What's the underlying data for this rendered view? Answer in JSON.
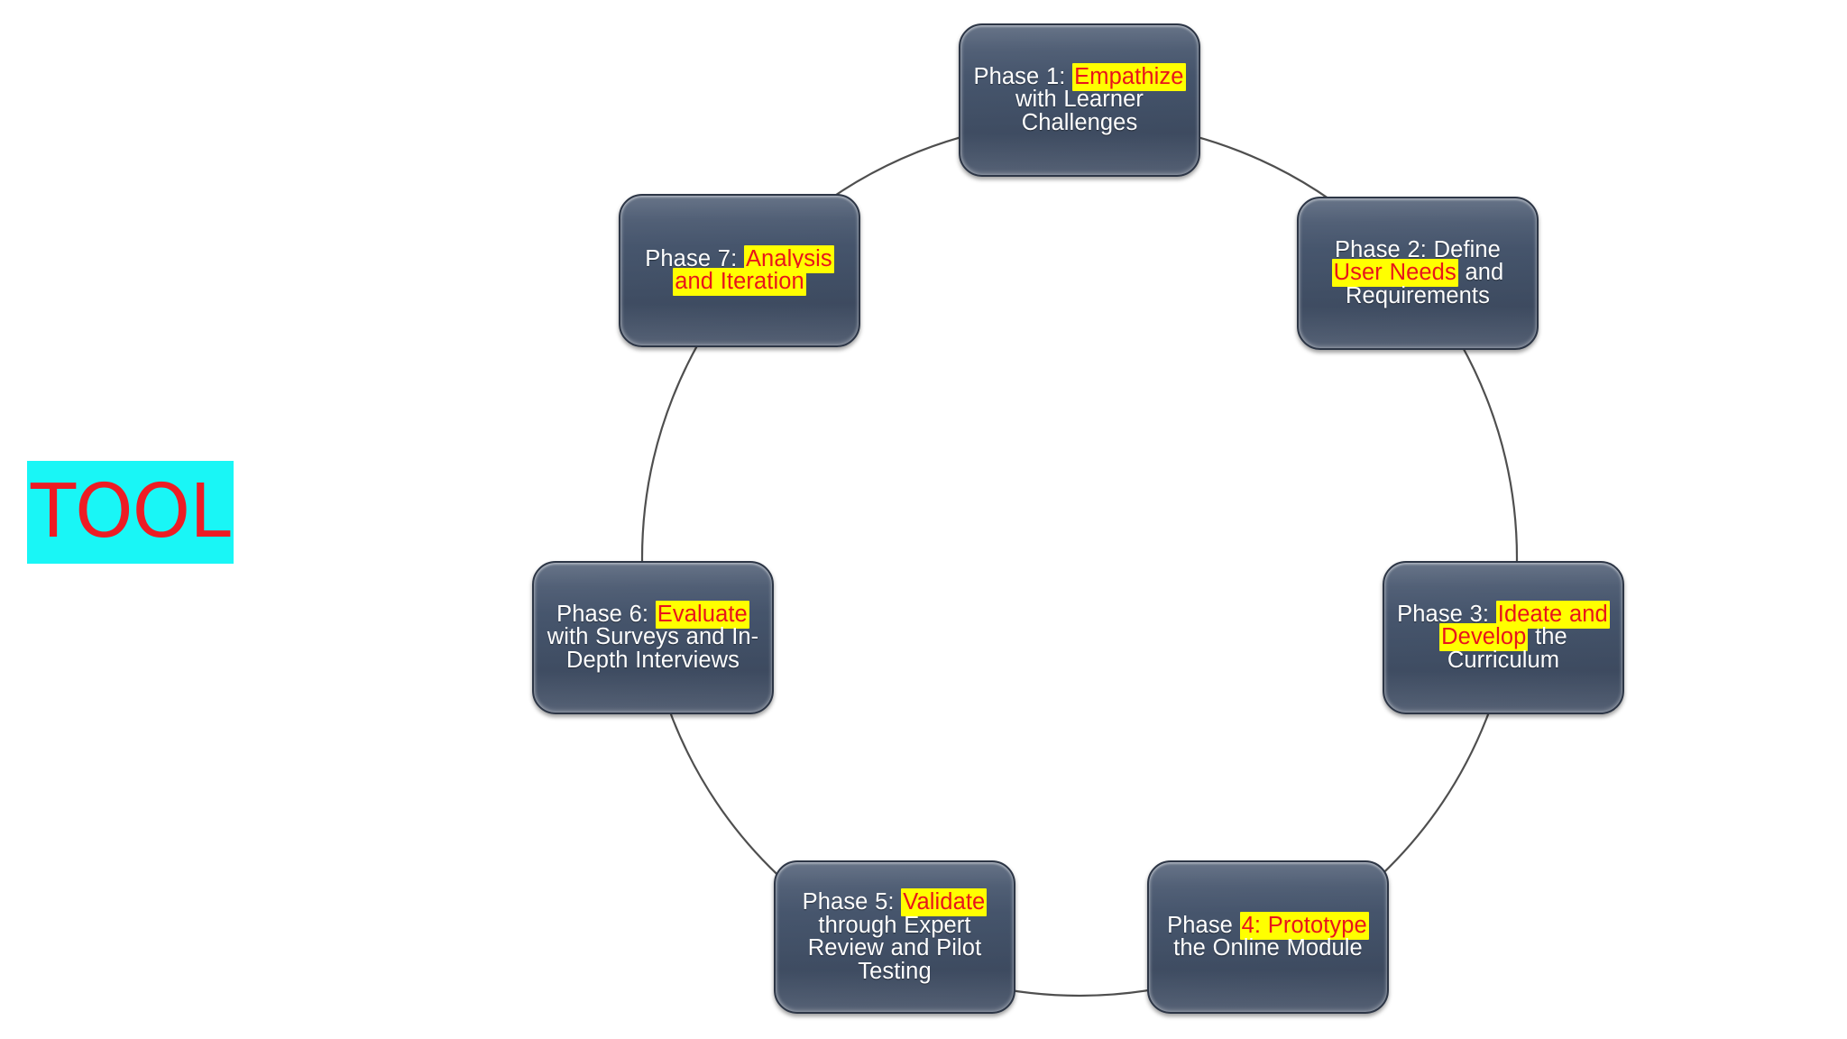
{
  "diagram": {
    "type": "cycle",
    "title": "",
    "shape": "circular-cycle-7-phases",
    "colors": {
      "box_fill": "#44536a",
      "box_border": "#2d3646",
      "box_text": "#ffffff",
      "highlight_bg": "#ffff00",
      "highlight_text": "#e8141b",
      "connector_line": "#4a4a4a",
      "canvas": "#ffffff"
    },
    "phases": [
      {
        "id": "phase-1",
        "number": "1",
        "pre": "Phase 1: ",
        "highlight": "Empathize",
        "post": " with Learner Challenges",
        "full_text": "Phase 1: Empathize with Learner Challenges"
      },
      {
        "id": "phase-2",
        "number": "2",
        "pre": "Phase 2: Define ",
        "highlight": "User Needs",
        "post": " and Requirements",
        "full_text": "Phase 2: Define User Needs and Requirements"
      },
      {
        "id": "phase-3",
        "number": "3",
        "pre": "Phase 3: ",
        "highlight": "Ideate and Develop",
        "post": " the Curriculum",
        "full_text": "Phase 3: Ideate and Develop the Curriculum"
      },
      {
        "id": "phase-4",
        "number": "4",
        "pre": "Phase ",
        "highlight": "4: Prototype",
        "post": " the Online Module",
        "full_text": "Phase 4: Prototype the Online Module"
      },
      {
        "id": "phase-5",
        "number": "5",
        "pre": "Phase 5: ",
        "highlight": "Validate",
        "post": " through Expert Review and Pilot Testing",
        "full_text": "Phase 5: Validate through Expert Review and Pilot Testing"
      },
      {
        "id": "phase-6",
        "number": "6",
        "pre": "Phase 6: ",
        "highlight": "Evaluate",
        "post": " with Surveys and In-Depth Interviews",
        "full_text": "Phase 6: Evaluate with Surveys and In-Depth Interviews"
      },
      {
        "id": "phase-7",
        "number": "7",
        "pre": "Phase 7: ",
        "highlight": "Analysis and Iteration",
        "post": "",
        "full_text": "Phase 7: Analysis and Iteration"
      }
    ]
  },
  "annotation": {
    "tool_label": "TOOL",
    "tool_bg_color": "#19f6f6",
    "tool_text_color": "#ed1c24"
  }
}
